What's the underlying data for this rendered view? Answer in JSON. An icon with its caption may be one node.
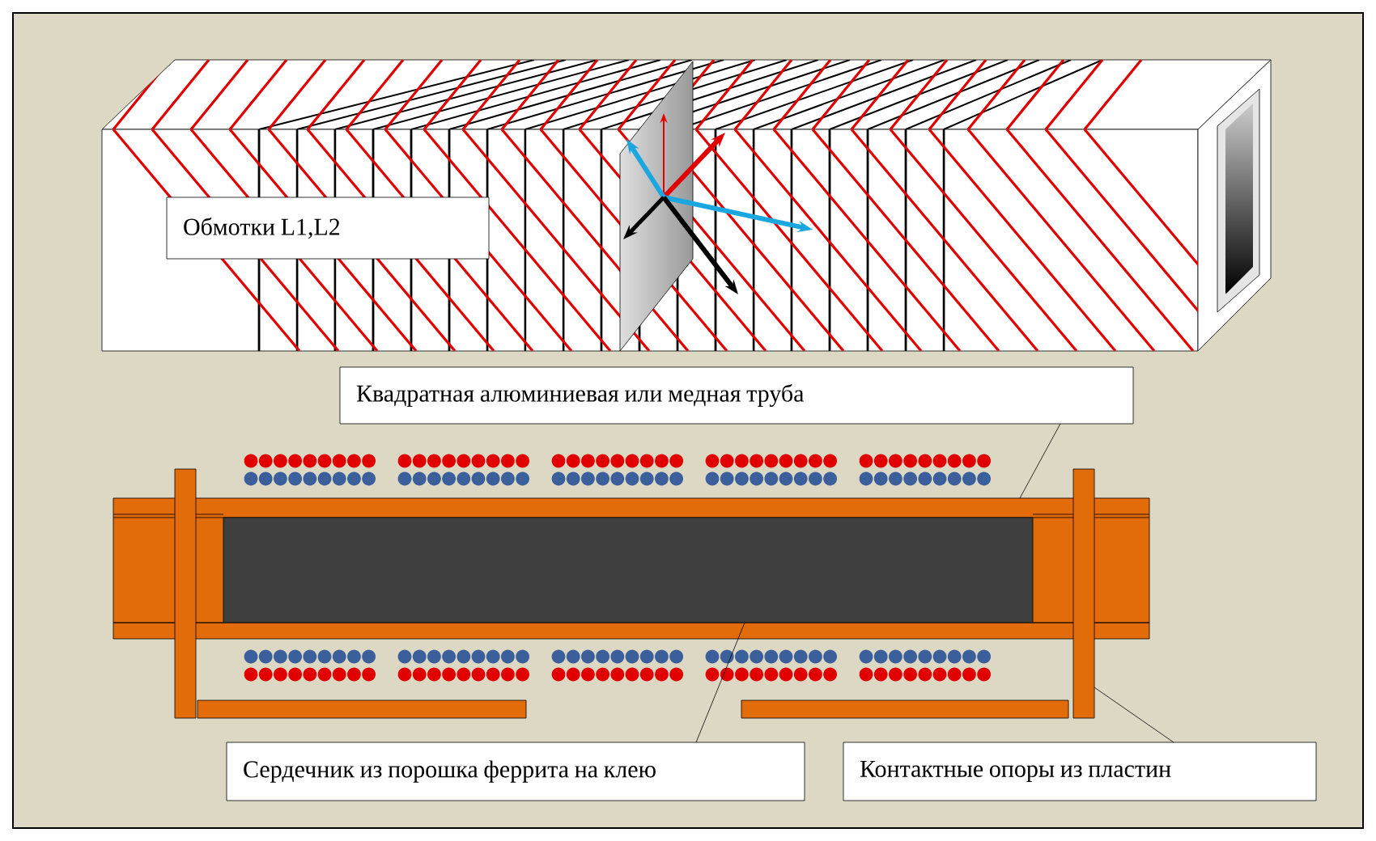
{
  "diagram": {
    "nodes": [
      {
        "text": [
          "Обмотки L1,L2"
        ]
      },
      {
        "text": [
          "Квадратная алюминиевая или медная труба"
        ]
      },
      {
        "text": [],
        "shape": "bar"
      },
      {
        "text": [],
        "shape": "box",
        "in": 2
      },
      {
        "text": [],
        "shape": "bar"
      },
      {
        "text": [],
        "shape": "bar"
      },
      {
        "text": [
          "Сердечник из порошка феррита на клею"
        ]
      },
      {
        "text": [
          "Контактные опоры из пластин"
        ]
      }
    ],
    "edges": [
      {
        "from": 1,
        "to": 2,
        "arrow": "none"
      },
      {
        "from": 6,
        "to": 3,
        "arrow": "none"
      },
      {
        "from": 7,
        "to": 5,
        "arrow": "none"
      }
    ]
  }
}
